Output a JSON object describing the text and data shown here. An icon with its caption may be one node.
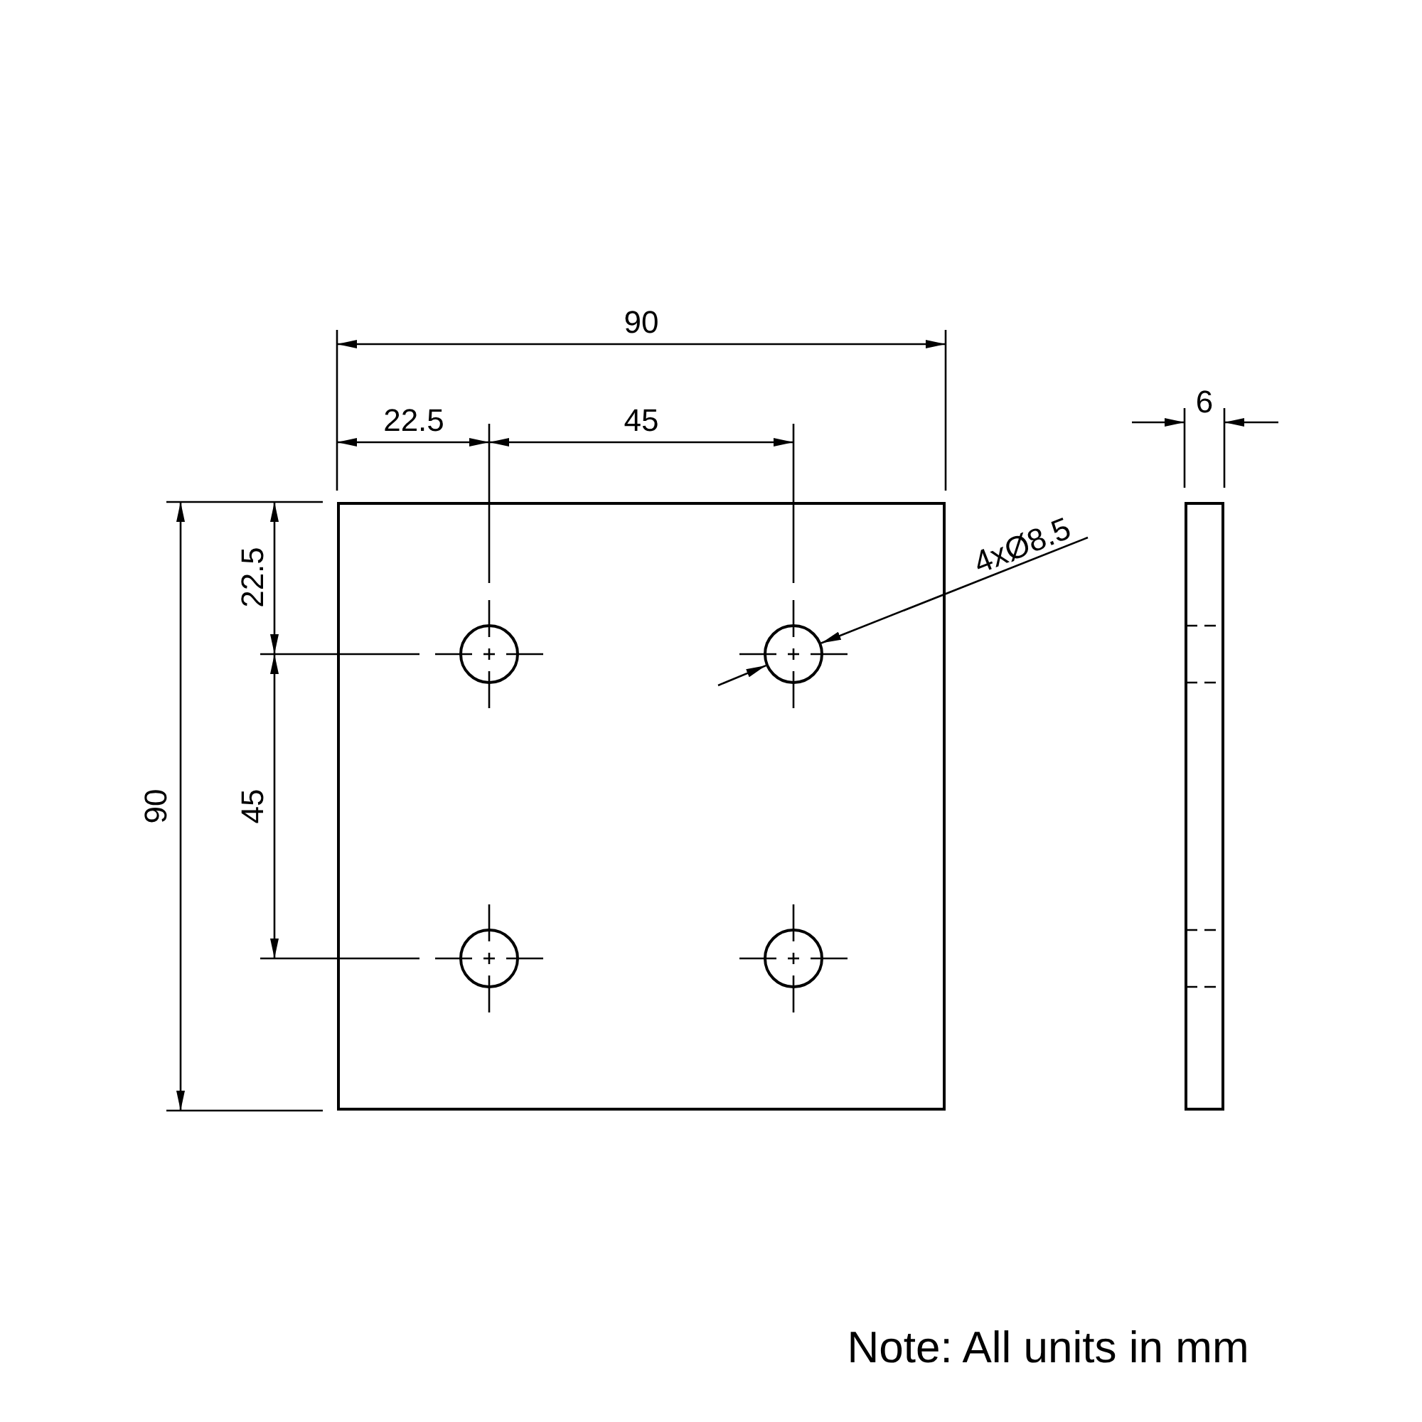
{
  "diagram": {
    "nodes": [
      {
        "text": [],
        "shape": "box"
      },
      {
        "text": [],
        "shape": "circle",
        "in": 0
      },
      {
        "text": [],
        "shape": "circle",
        "in": 0
      },
      {
        "text": [],
        "shape": "circle",
        "in": 0
      },
      {
        "text": [],
        "shape": "circle",
        "in": 0
      },
      {
        "text": [],
        "shape": "bar"
      },
      {
        "text": [
          "4xØ8.5"
        ]
      }
    ],
    "edges": [
      {
        "from": 6,
        "to": 2,
        "arrow": "to"
      },
      {
        "from": null,
        "to": 2,
        "arrow": "to"
      }
    ],
    "labels": [
      "90",
      "22.5",
      "45",
      "6",
      "22.5",
      "90",
      "45",
      "Note: All units in mm"
    ]
  }
}
